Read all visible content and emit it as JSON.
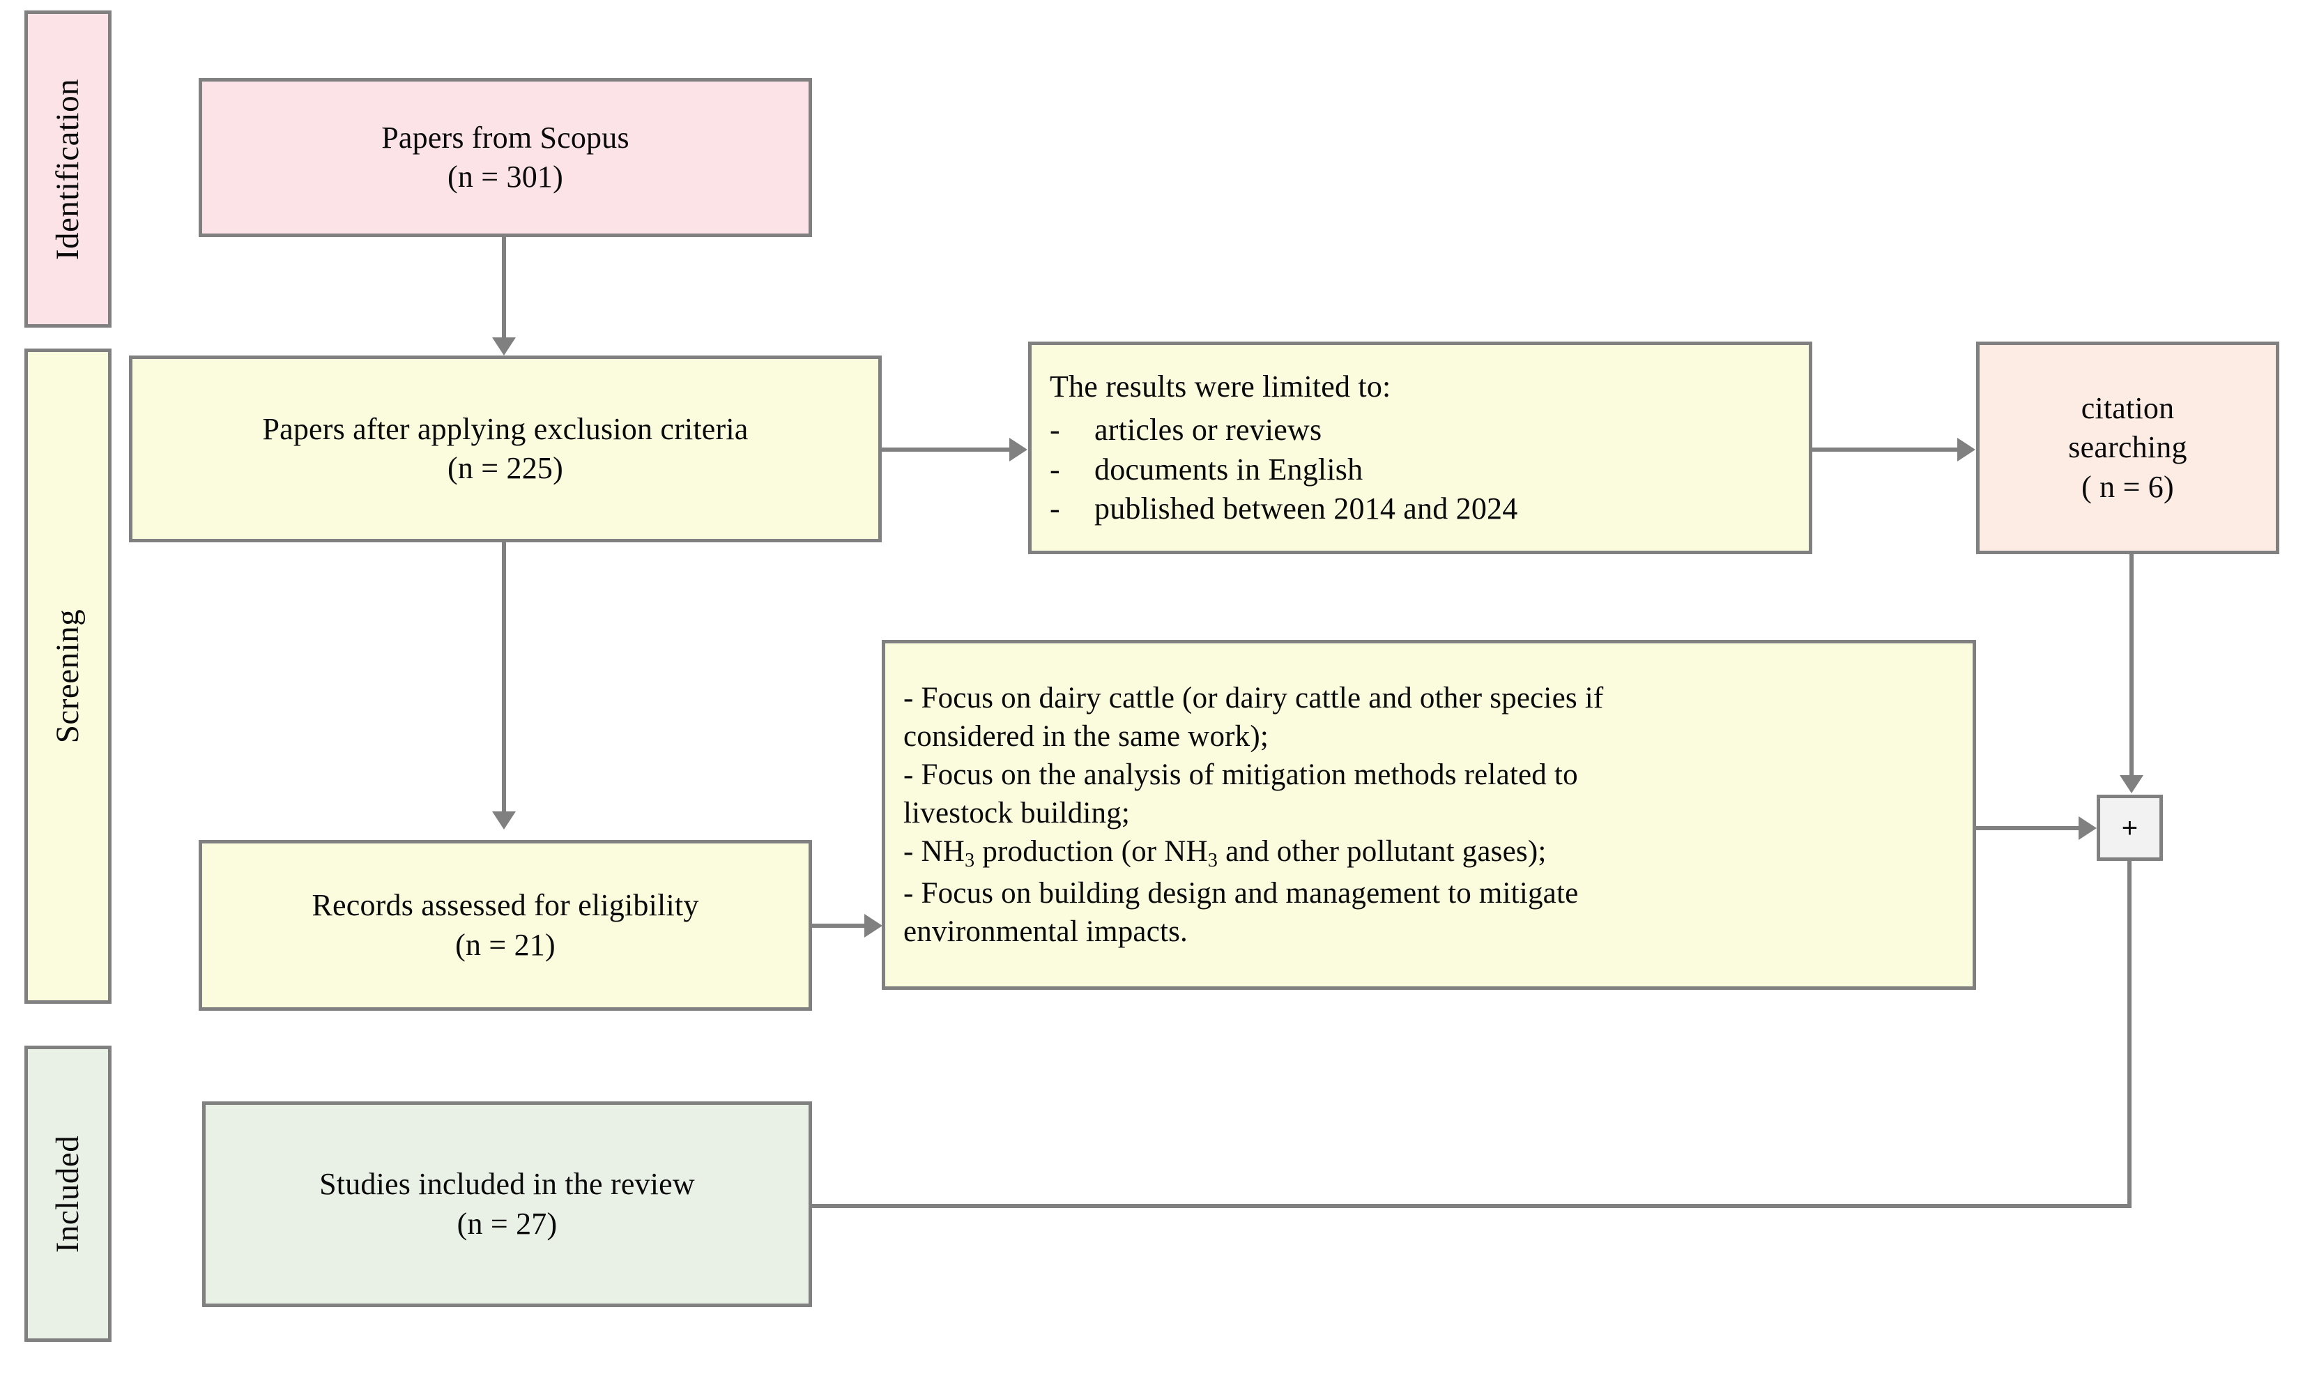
{
  "diagram": {
    "title": "PRISMA flow diagram",
    "colors": {
      "identification_fill": "#fbe3e7",
      "screening_fill": "#fbfbdd",
      "included_fill": "#e9f1e6",
      "citation_fill": "#fcece4",
      "junction_fill": "#f2f2f2",
      "border": "#808080",
      "connector": "#808080",
      "text": "#0a0a0a",
      "background": "#ffffff"
    }
  },
  "stages": [
    {
      "id": "identification",
      "label": "Identification"
    },
    {
      "id": "screening",
      "label": "Screening"
    },
    {
      "id": "included",
      "label": "Included"
    }
  ],
  "boxes": {
    "scopus": {
      "line1": "Papers from Scopus",
      "line2": "(n = 301)",
      "count": 301
    },
    "after_exclusion": {
      "line1": "Papers after applying exclusion criteria",
      "line2": "(n = 225)",
      "count": 225
    },
    "limits": {
      "heading": "The results were limited to:",
      "dash": "-",
      "items": [
        "articles or reviews",
        "documents in English",
        "published between 2014 and 2024"
      ]
    },
    "citation_searching": {
      "line1": "citation",
      "line2": "searching",
      "line3": "( n = 6)",
      "count": 6
    },
    "eligibility": {
      "line1": "Records assessed for eligibility",
      "line2": "(n = 21)",
      "count": 21
    },
    "criteria": {
      "lines": [
        "- Focus on dairy cattle (or dairy cattle and other species if",
        "considered in the same work);",
        "- Focus on the analysis of mitigation methods related to",
        "livestock building;",
        "- NH₃ production (or NH₃ and other pollutant gases);",
        "- Focus on building design and management to mitigate",
        "environmental impacts."
      ],
      "line_nh3_prefix": "- NH",
      "line_nh3_sub1": "3",
      "line_nh3_mid": " production (or NH",
      "line_nh3_sub2": "3",
      "line_nh3_suffix": " and other pollutant gases);"
    },
    "included_studies": {
      "line1": "Studies included in the review",
      "line2": "(n = 27)",
      "count": 27
    },
    "junction": {
      "symbol": "+",
      "name": "merge-junction"
    }
  }
}
